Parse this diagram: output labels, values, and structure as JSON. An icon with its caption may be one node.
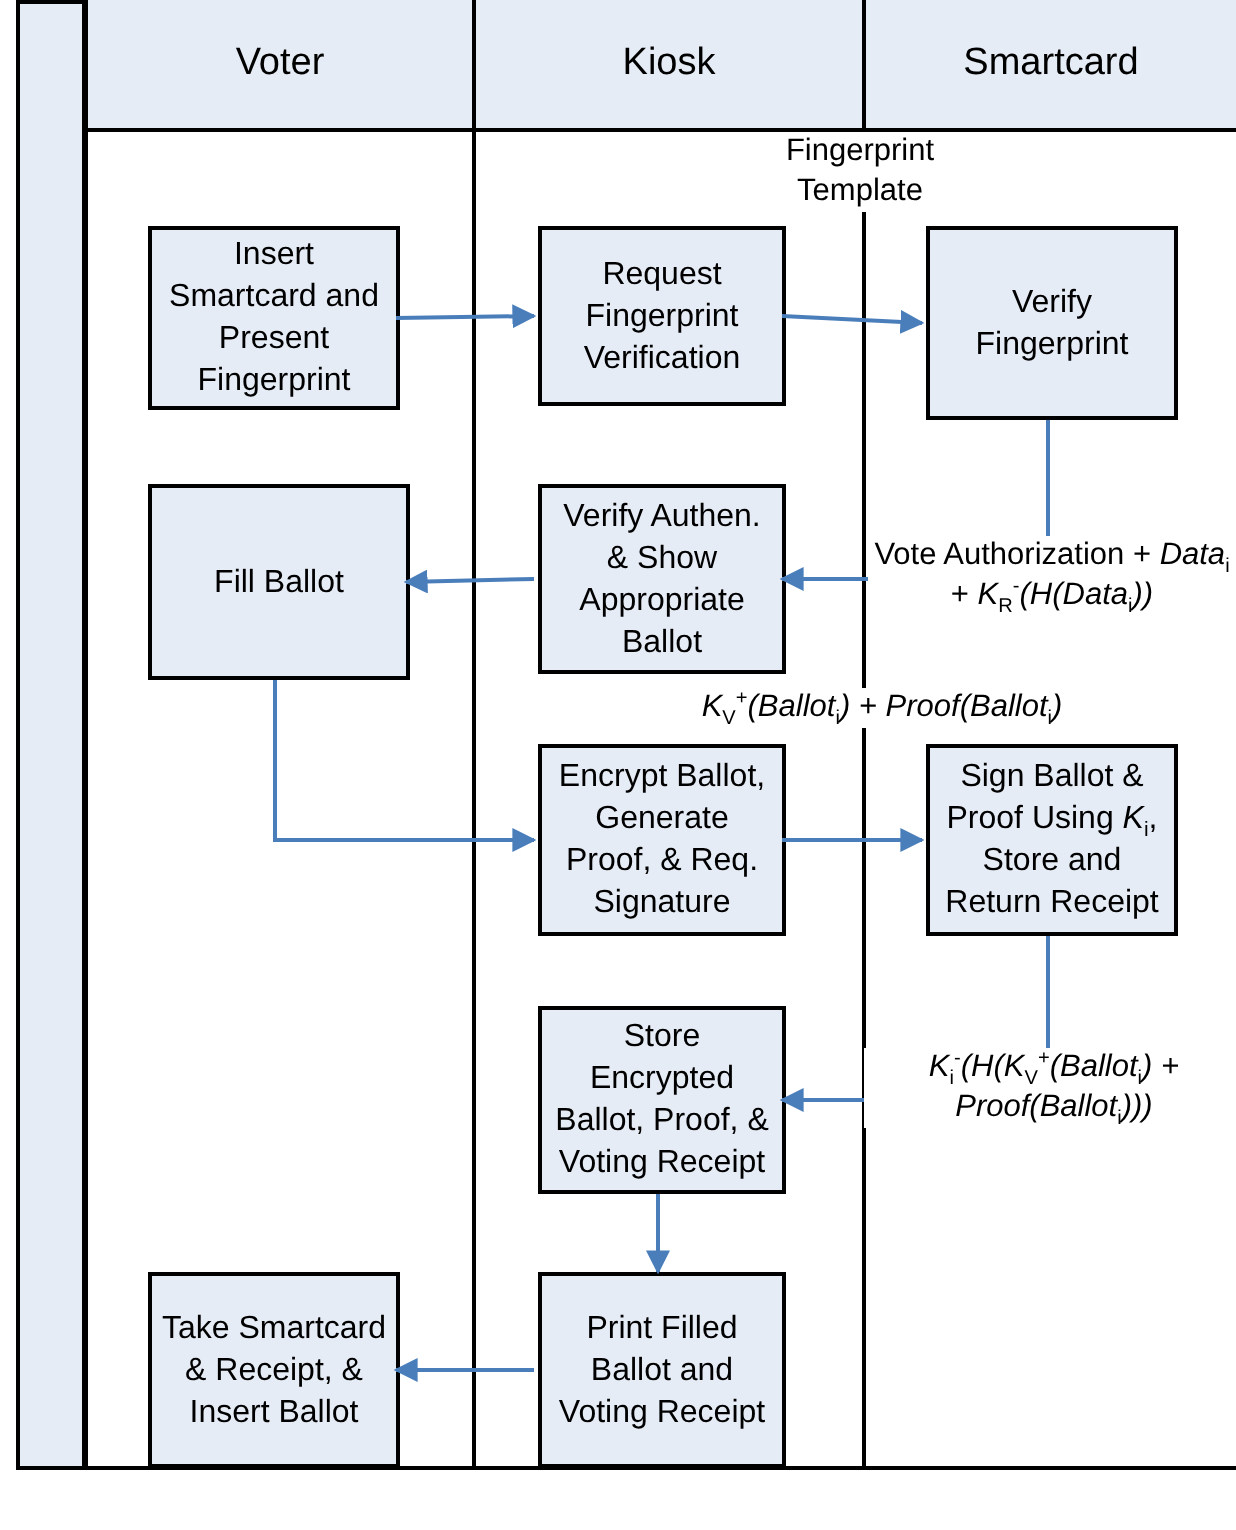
{
  "diagram": {
    "nodes": [
      {
        "text": [
          "Voter"
        ]
      },
      {
        "text": [
          "Kiosk"
        ]
      },
      {
        "text": [
          "Smartcard"
        ]
      },
      {
        "text": [
          "Insert Smartcard and Present Fingerprint"
        ],
        "in": 0
      },
      {
        "text": [
          "Request Fingerprint Verification"
        ],
        "in": 1
      },
      {
        "text": [
          "Verify Fingerprint"
        ],
        "in": 2
      },
      {
        "text": [
          "Fill Ballot"
        ],
        "in": 0
      },
      {
        "text": [
          "Verify Authen. & Show Appropriate Ballot"
        ],
        "in": 1
      },
      {
        "text": [
          "Encrypt Ballot, Generate Proof, & Req. Signature"
        ],
        "in": 1
      },
      {
        "text": [
          "Sign Ballot & Proof Using *K*$_{i}$, Store and Return Receipt"
        ],
        "in": 2
      },
      {
        "text": [
          "Store Encrypted Ballot, Proof, & Voting Receipt"
        ],
        "in": 1
      },
      {
        "text": [
          "Take Smartcard & Receipt, & Insert Ballot"
        ],
        "in": 0
      },
      {
        "text": [
          "Print Filled Ballot and Voting Receipt"
        ],
        "in": 1
      }
    ],
    "edges": [
      {
        "from": 3,
        "to": 4,
        "arrow": "to"
      },
      {
        "from": 4,
        "to": 5,
        "arrow": "to",
        "label": "Fingerprint Template"
      },
      {
        "from": 5,
        "to": 7,
        "arrow": "to",
        "label": "Vote Authorization + *Data*$_{i}$ + *K*$_{R}$$^{-}$*(H(Data*$_{i}$*))*"
      },
      {
        "from": 7,
        "to": 6,
        "arrow": "to"
      },
      {
        "from": 6,
        "to": 8,
        "arrow": "to"
      },
      {
        "from": 8,
        "to": 9,
        "arrow": "to",
        "label": "*K*$_{V}$$^{+}$*(Ballot*$_{i}$*) + Proof(Ballot*$_{i}$*)*"
      },
      {
        "from": 9,
        "to": 10,
        "arrow": "to",
        "label": "*K*$_{i}$$^{-}$*(H(K*$_{V}$$^{+}$*(Ballot*$_{i}$*) + Proof(Ballot*$_{i}$*)))*"
      },
      {
        "from": 10,
        "to": 12,
        "arrow": "to"
      },
      {
        "from": 12,
        "to": 11,
        "arrow": "to"
      }
    ]
  }
}
